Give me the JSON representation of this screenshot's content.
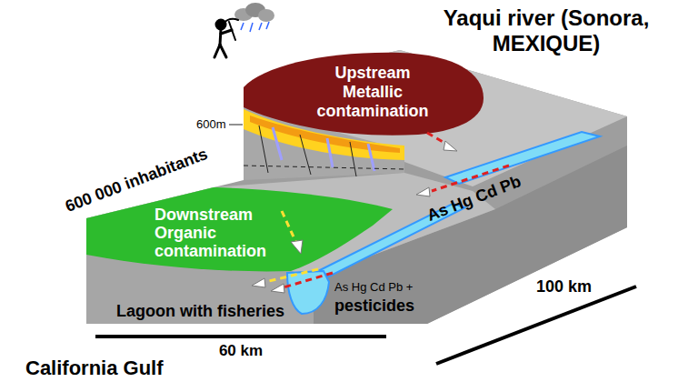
{
  "diagram": {
    "title": "Yaqui river (Sonora, MEXIQUE)",
    "nodes": [
      {
        "text": [
          "Upstream Metallic contamination"
        ]
      },
      {
        "text": [
          "Downstream Organic contamination"
        ]
      }
    ],
    "labels": [
      "600m",
      "600 000 inhabitants",
      "As Hg Cd Pb",
      "As Hg Cd Pb +",
      "pesticides",
      "Lagoon with fisheries",
      "100 km",
      "60 km",
      "California Gulf"
    ]
  }
}
